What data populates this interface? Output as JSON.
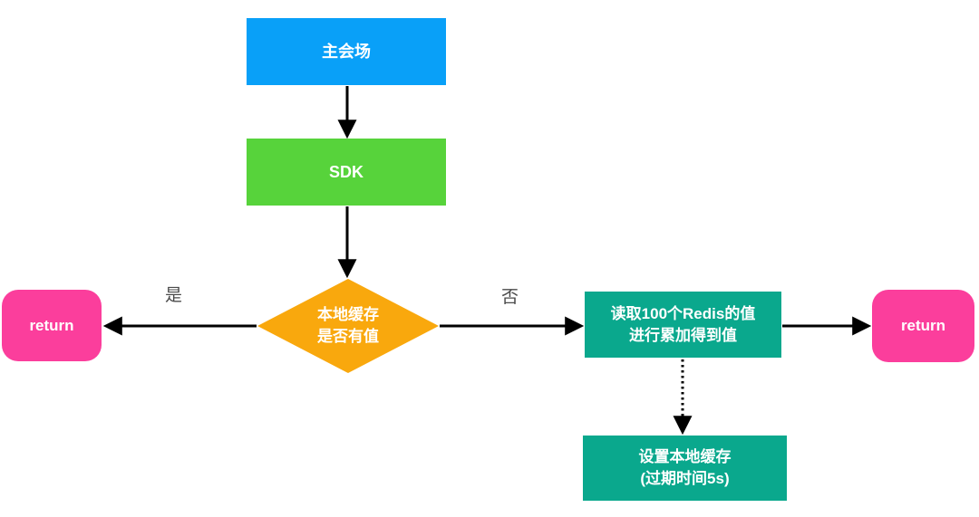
{
  "diagram": {
    "title": "local-cache-flowchart",
    "nodes": {
      "main_venue": {
        "label": "主会场",
        "shape": "rect",
        "color": "#09A0F8",
        "text_color": "#ffffff"
      },
      "sdk": {
        "label": "SDK",
        "shape": "rect",
        "color": "#57D33B",
        "text_color": "#ffffff"
      },
      "cache_check": {
        "line1": "本地缓存",
        "line2": "是否有值",
        "shape": "diamond",
        "color": "#F9A80D",
        "text_color": "#ffffff"
      },
      "return_left": {
        "label": "return",
        "shape": "rounded",
        "color": "#FB3E9C",
        "text_color": "#ffffff"
      },
      "read_redis": {
        "line1": "读取100个Redis的值",
        "line2": "进行累加得到值",
        "shape": "rect",
        "color": "#0AA88D",
        "text_color": "#ffffff"
      },
      "return_right": {
        "label": "return",
        "shape": "rounded",
        "color": "#FB3E9C",
        "text_color": "#ffffff"
      },
      "set_cache": {
        "line1": "设置本地缓存",
        "line2": "(过期时间5s)",
        "shape": "rect",
        "color": "#0AA88D",
        "text_color": "#ffffff"
      }
    },
    "edges": {
      "main_to_sdk": {
        "from": "main_venue",
        "to": "sdk",
        "style": "solid",
        "label": ""
      },
      "sdk_to_check": {
        "from": "sdk",
        "to": "cache_check",
        "style": "solid",
        "label": ""
      },
      "check_to_return_left": {
        "from": "cache_check",
        "to": "return_left",
        "style": "solid",
        "label": "是"
      },
      "check_to_redis": {
        "from": "cache_check",
        "to": "read_redis",
        "style": "solid",
        "label": "否"
      },
      "redis_to_return_right": {
        "from": "read_redis",
        "to": "return_right",
        "style": "solid",
        "label": ""
      },
      "redis_to_set_cache": {
        "from": "read_redis",
        "to": "set_cache",
        "style": "dotted",
        "label": ""
      }
    },
    "edge_color": "#000000",
    "edge_label_color": "#4A4A4A",
    "background_color": "#ffffff"
  }
}
